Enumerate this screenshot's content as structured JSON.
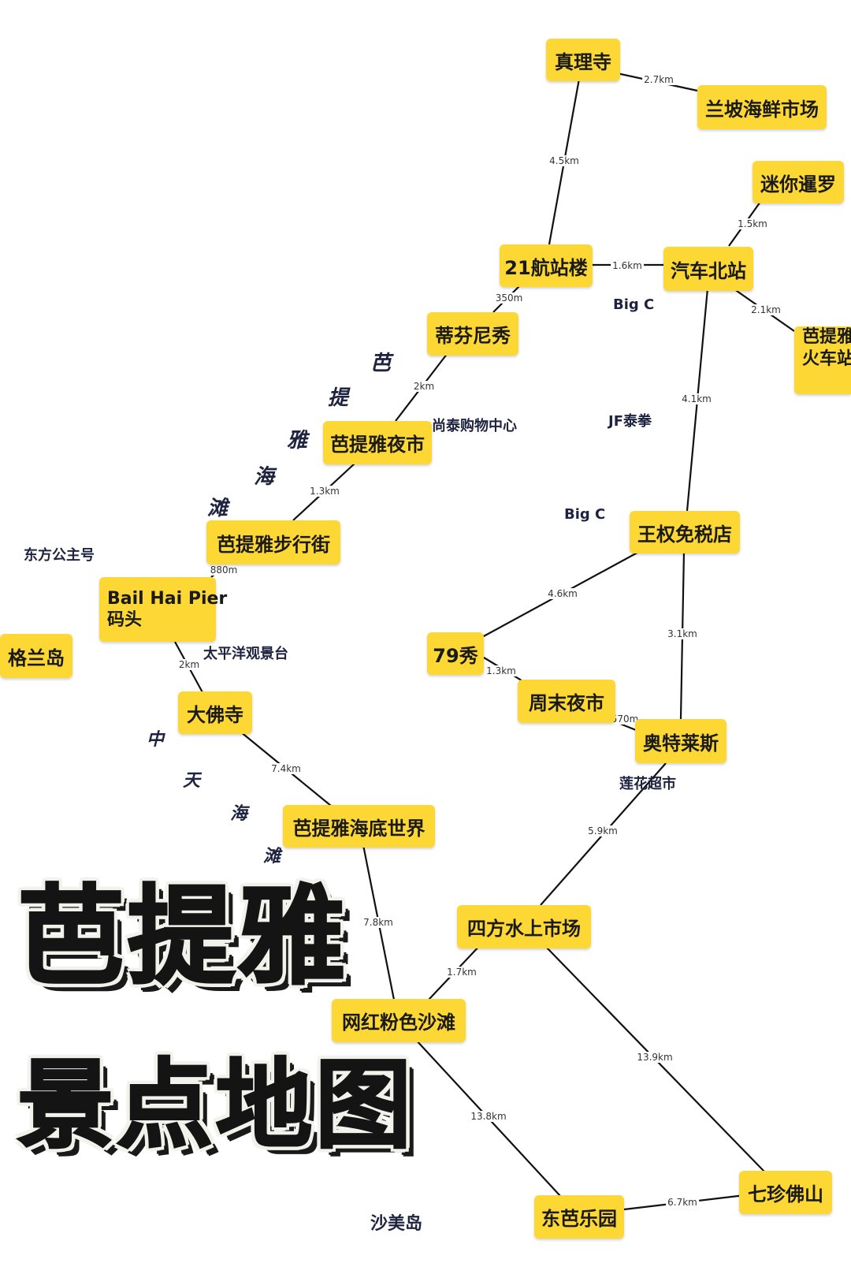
{
  "title": {
    "line1": "芭提雅",
    "line2": "景点地图"
  },
  "colors": {
    "node_fill": "#fdd835",
    "line": "#111111",
    "text": "#1e2340"
  },
  "nodes": {
    "zhenli": "真理寺",
    "lanpo": "兰坡海鲜市场",
    "mini": "迷你暹罗",
    "t21": "21航站楼",
    "bus": "汽车北站",
    "train_l1": "芭提雅",
    "train_l2": "火车站",
    "tiffany": "蒂芬尼秀",
    "nightmarket": "芭提雅夜市",
    "walking": "芭提雅步行街",
    "pier_l1": "Bail Hai Pier",
    "pier_l2": "码头",
    "geland": "格兰岛",
    "dafo": "大佛寺",
    "ocean": "芭提雅海底世界",
    "pink": "网红粉色沙滩",
    "dongba": "东芭乐园",
    "qizhen": "七珍佛山",
    "sifang": "四方水上市场",
    "outlets": "奥特莱斯",
    "weekend": "周末夜市",
    "show79": "79秀",
    "kingpower": "王权免税店"
  },
  "distances": {
    "zhenli_lanpo": "2.7km",
    "zhenli_t21": "4.5km",
    "mini_bus": "1.5km",
    "t21_bus": "1.6km",
    "bus_train": "2.1km",
    "t21_tiffany": "350m",
    "tiffany_night": "2km",
    "night_walk": "1.3km",
    "walk_pier": "880m",
    "pier_dafo": "2km",
    "dafo_ocean": "7.4km",
    "ocean_pink": "7.8km",
    "pink_dongba": "13.8km",
    "dongba_qizhen": "6.7km",
    "qizhen_sifang": "13.9km",
    "sifang_pink": "1.7km",
    "sifang_outlets": "5.9km",
    "outlets_weekend": "570m",
    "weekend_79": "1.3km",
    "show79_king": "4.6km",
    "king_outlets": "3.1km",
    "bus_king": "4.1km"
  },
  "labels": {
    "bigc1": "Big C",
    "centralmall": "尚泰购物中心",
    "jf": "JF泰拳",
    "bigc2": "Big C",
    "princess": "东方公主号",
    "pacific": "太平洋观景台",
    "lotus": "莲花超市",
    "samet": "沙美岛"
  },
  "beaches": {
    "pattaya": [
      "芭",
      "提",
      "雅",
      "海",
      "滩"
    ],
    "jomtien": [
      "中",
      "天",
      "海",
      "滩"
    ]
  }
}
